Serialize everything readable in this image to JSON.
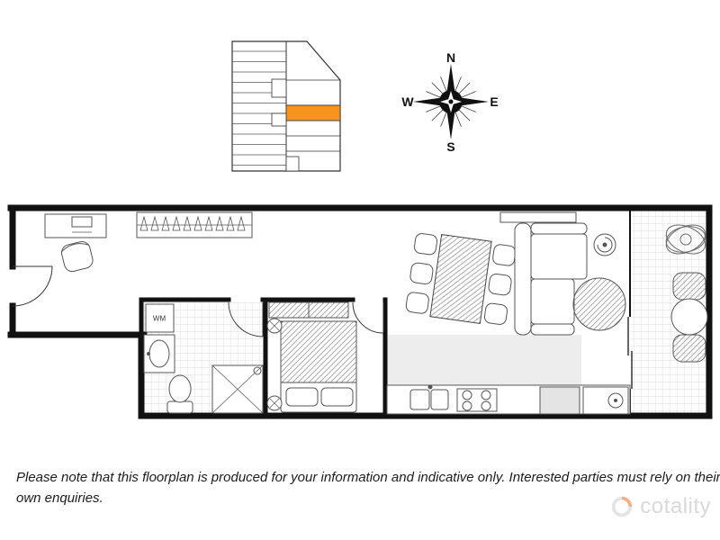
{
  "compass": {
    "north": "N",
    "east": "E",
    "south": "S",
    "west": "W"
  },
  "locator": {
    "highlight_color": "#F7941E"
  },
  "floorplan": {
    "wm_label": "WM"
  },
  "disclaimer": {
    "text": "Please note that this floorplan is produced for your information and indicative only. Interested parties must rely on their own enquiries."
  },
  "watermark": {
    "brand": "cotality",
    "accent_color": "#F5B183"
  }
}
